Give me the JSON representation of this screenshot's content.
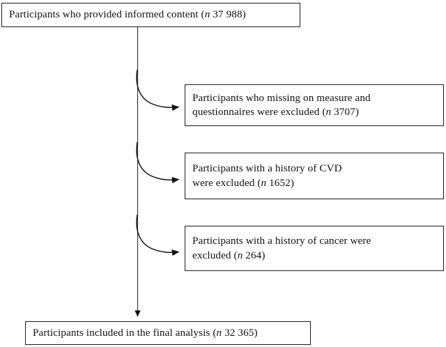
{
  "diagram": {
    "type": "participant-flow-chart",
    "orientation": "top-to-bottom",
    "stroke_color": "#1a1a1a",
    "background_color": "#ffffff",
    "nodes": [
      {
        "id": "enrolled",
        "role": "start",
        "text": "Participants who provided informed content (n 37 988)",
        "label_plain": "Participants who provided informed content",
        "count": "37 988",
        "count_symbol": "n"
      },
      {
        "id": "exclusion-1",
        "role": "exclusion",
        "text": "Participants who missing on measure and\nquestionnaires were excluded (n 3707)",
        "label_plain": "Participants who missing on measure and questionnaires were excluded",
        "count": "3707",
        "count_symbol": "n"
      },
      {
        "id": "exclusion-2",
        "role": "exclusion",
        "text": "Participants with a history of CVD\nwere excluded (n 1652)",
        "label_plain": "Participants with a history of CVD were excluded",
        "count": "1652",
        "count_symbol": "n"
      },
      {
        "id": "exclusion-3",
        "role": "exclusion",
        "text": "Participants with a history of cancer were\nexcluded (n 264)",
        "label_plain": "Participants with a history of cancer were excluded",
        "count": "264",
        "count_symbol": "n"
      },
      {
        "id": "final",
        "role": "end",
        "text": "Participants included in the final analysis (n 32 365)",
        "label_plain": "Participants included in the final analysis",
        "count": "32 365",
        "count_symbol": "n"
      }
    ],
    "connectors": [
      {
        "id": "spine",
        "from": "enrolled",
        "to": "final",
        "style": "straight-vertical",
        "arrowhead": "filled-triangle"
      },
      {
        "id": "branch-1",
        "from": "spine",
        "to": "exclusion-1",
        "style": "curved",
        "arrowhead": "filled-triangle"
      },
      {
        "id": "branch-2",
        "from": "spine",
        "to": "exclusion-2",
        "style": "curved",
        "arrowhead": "filled-triangle"
      },
      {
        "id": "branch-3",
        "from": "spine",
        "to": "exclusion-3",
        "style": "curved",
        "arrowhead": "filled-triangle"
      }
    ]
  }
}
